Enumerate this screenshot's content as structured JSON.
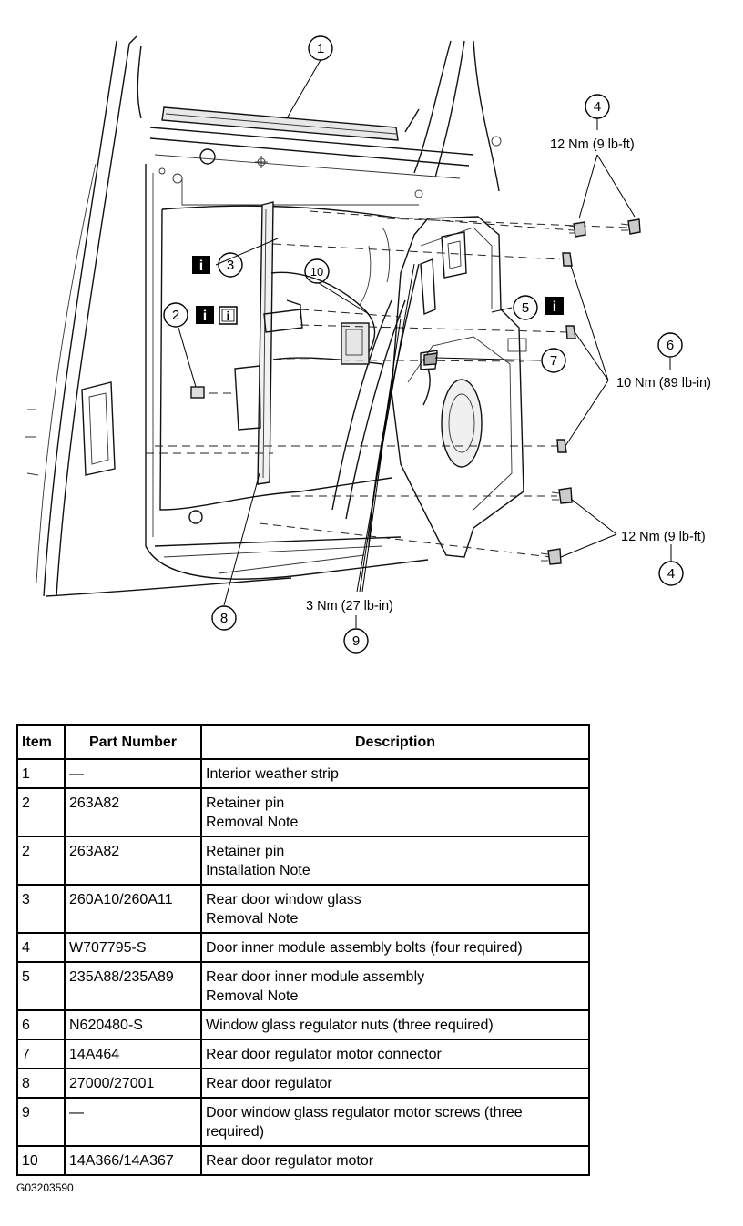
{
  "diagram": {
    "callouts": [
      "1",
      "2",
      "3",
      "4",
      "5",
      "6",
      "7",
      "8",
      "9",
      "10"
    ],
    "info_glyph": "i",
    "torque_specs": {
      "upper_bolts": "12 Nm (9 lb-ft)",
      "nuts": "10 Nm (89 lb-in)",
      "lower_bolts": "12 Nm (9 lb-ft)",
      "motor_screws": "3 Nm (27 lb-in)"
    }
  },
  "table": {
    "headers": {
      "item": "Item",
      "part_number": "Part Number",
      "description": "Description"
    },
    "rows": [
      {
        "item": "1",
        "part": "—",
        "desc": [
          "Interior weather strip"
        ]
      },
      {
        "item": "2",
        "part": "263A82",
        "desc": [
          "Retainer pin",
          "Removal Note"
        ]
      },
      {
        "item": "2",
        "part": "263A82",
        "desc": [
          "Retainer pin",
          "Installation Note"
        ]
      },
      {
        "item": "3",
        "part": "260A10/260A11",
        "desc": [
          "Rear door window glass",
          "Removal Note"
        ]
      },
      {
        "item": "4",
        "part": "W707795-S",
        "desc": [
          "Door inner module assembly bolts (four required)"
        ]
      },
      {
        "item": "5",
        "part": "235A88/235A89",
        "desc": [
          "Rear door inner module assembly",
          "Removal Note"
        ]
      },
      {
        "item": "6",
        "part": "N620480-S",
        "desc": [
          "Window glass regulator nuts (three required)"
        ]
      },
      {
        "item": "7",
        "part": "14A464",
        "desc": [
          "Rear door regulator motor connector"
        ]
      },
      {
        "item": "8",
        "part": "27000/27001",
        "desc": [
          "Rear door regulator"
        ]
      },
      {
        "item": "9",
        "part": "—",
        "desc": [
          "Door window glass regulator motor screws (three required)"
        ]
      },
      {
        "item": "10",
        "part": "14A366/14A367",
        "desc": [
          "Rear door regulator motor"
        ]
      }
    ]
  },
  "figure_code": "G03203590"
}
